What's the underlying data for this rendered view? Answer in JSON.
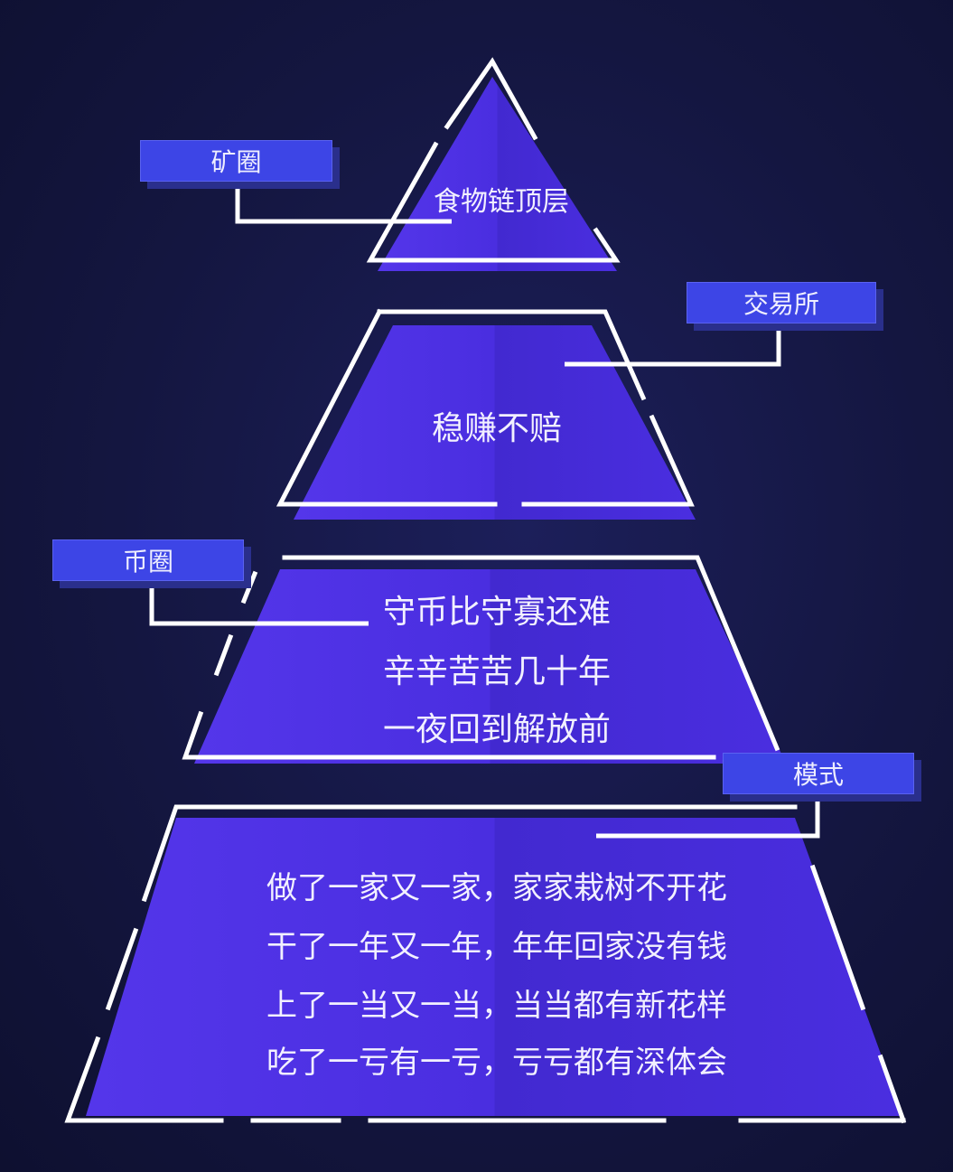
{
  "colors": {
    "background": "#141640",
    "tier_fill": "#4a2ee0",
    "label_fill": "#3d45e6",
    "outline": "#ffffff"
  },
  "tiers": [
    {
      "label": "矿圈",
      "lines": [
        "食物链顶层"
      ]
    },
    {
      "label": "交易所",
      "lines": [
        "稳赚不赔"
      ]
    },
    {
      "label": "币圈",
      "lines": [
        "守币比守寡还难",
        "辛辛苦苦几十年",
        "一夜回到解放前"
      ]
    },
    {
      "label": "模式",
      "lines": [
        "做了一家又一家，家家栽树不开花",
        "干了一年又一年，年年回家没有钱",
        "上了一当又一当，当当都有新花样",
        "吃了一亏有一亏，亏亏都有深体会"
      ]
    }
  ]
}
